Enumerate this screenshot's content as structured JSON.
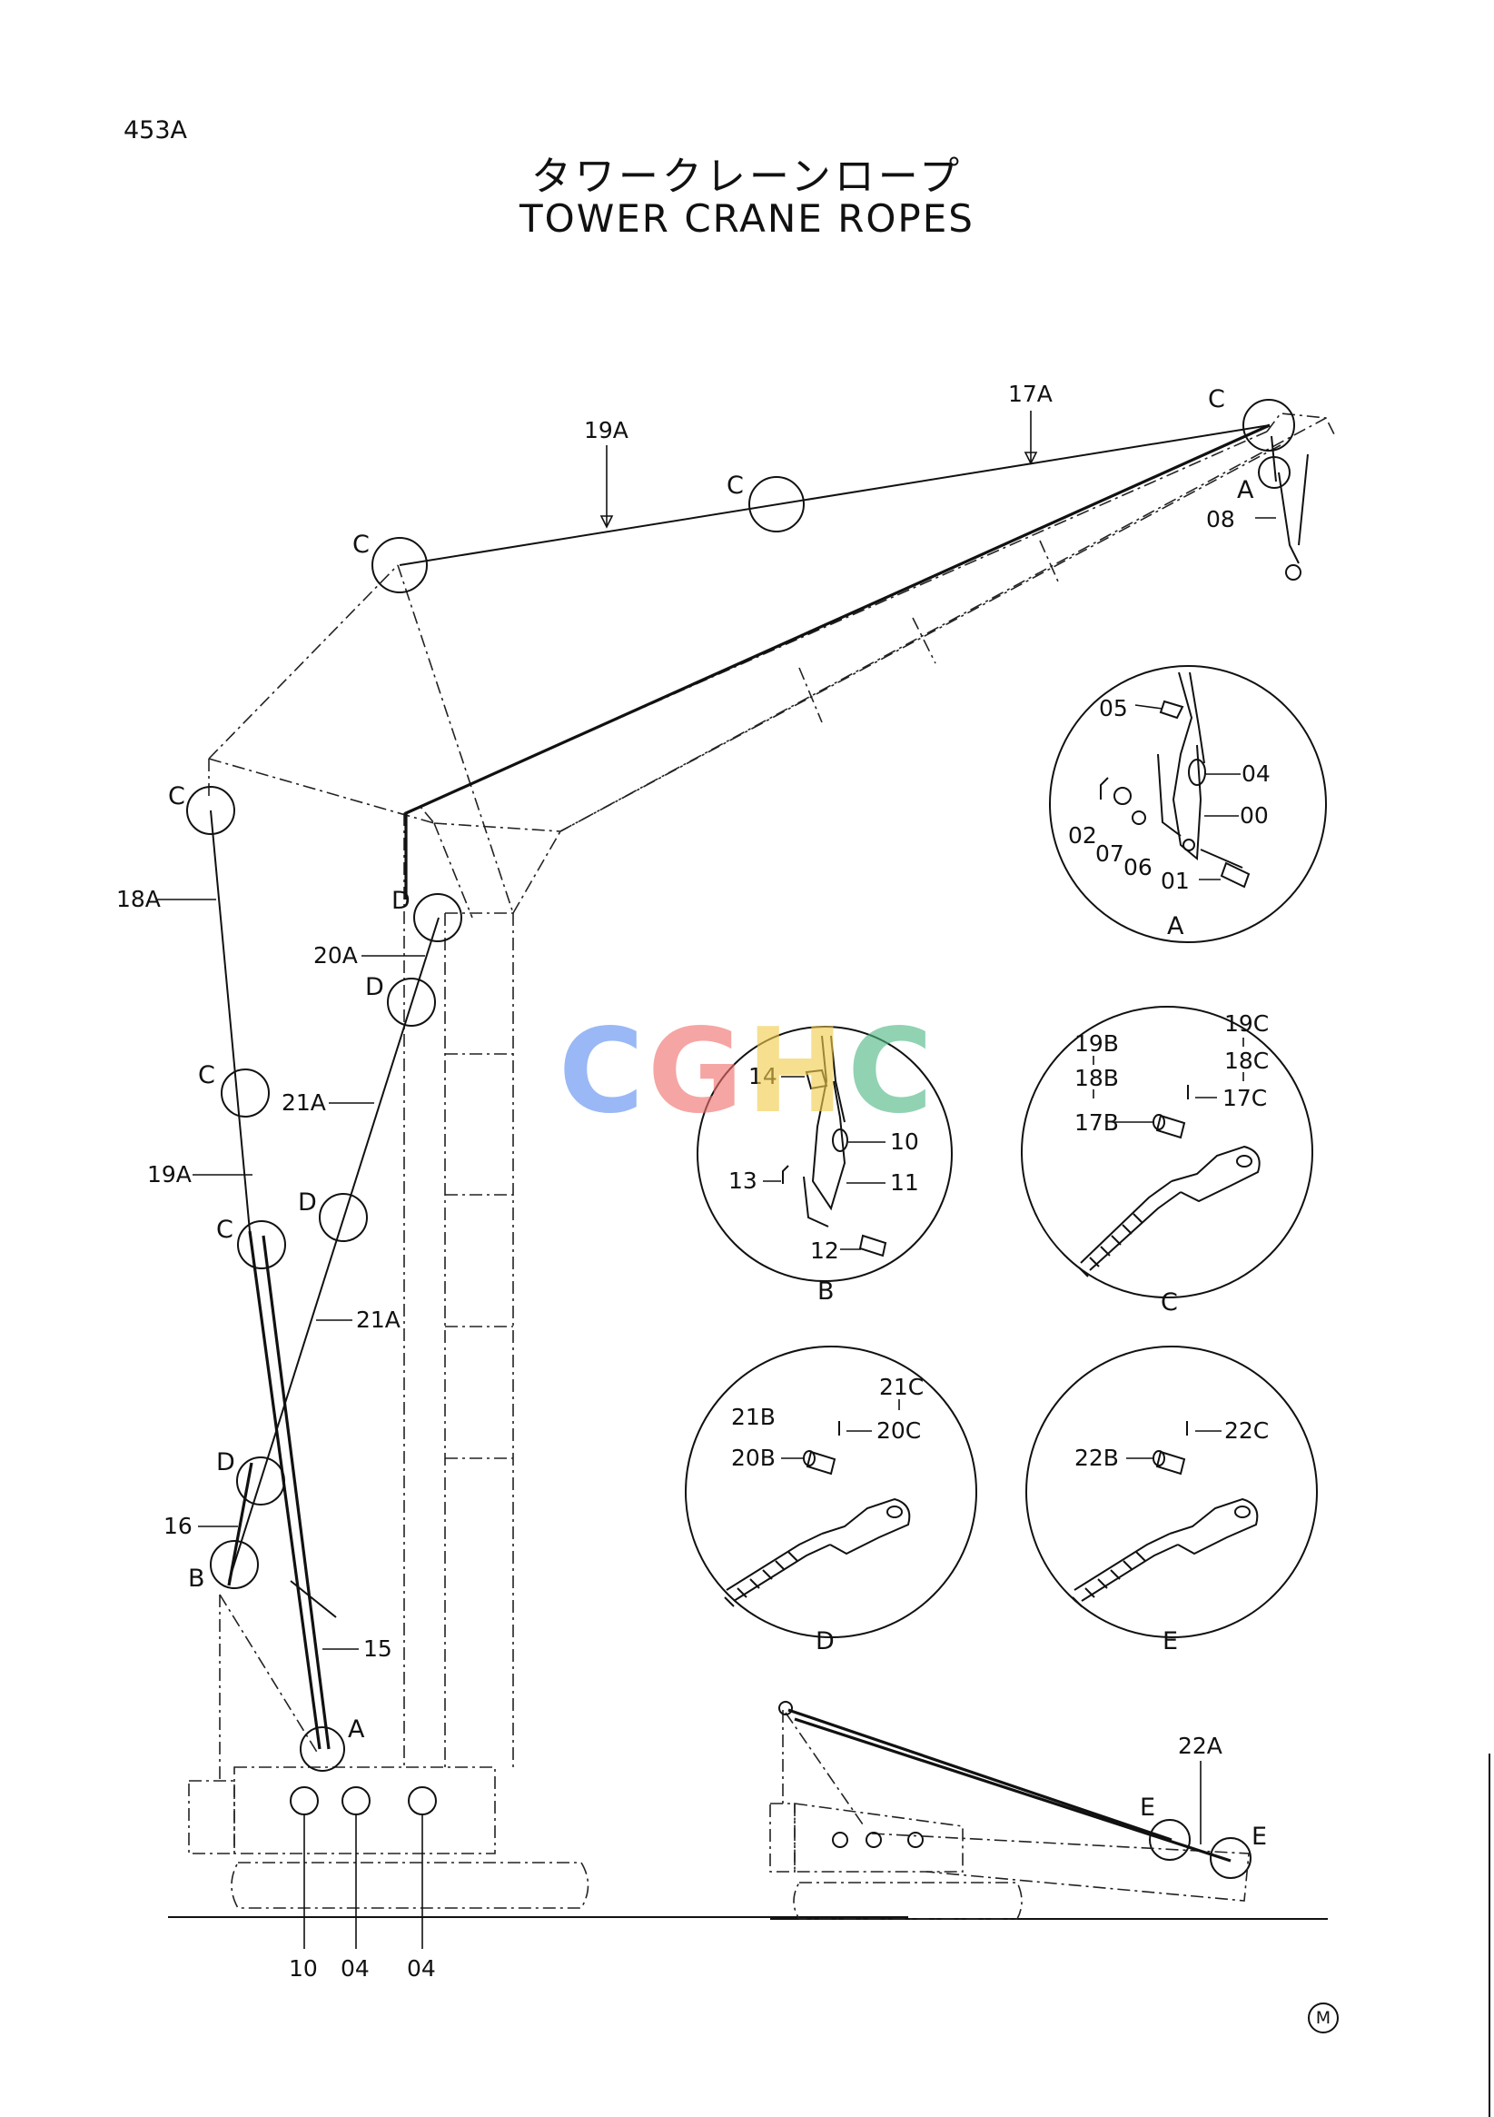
{
  "page_number": "453A",
  "title_jp": "タワークレーンロープ",
  "title_en": "TOWER CRANE ROPES",
  "watermark": {
    "letters": [
      "C",
      "G",
      "H",
      "C"
    ],
    "colors": [
      "#5b8ef0",
      "#ef6f6c",
      "#f2cd4c",
      "#4fb886"
    ]
  },
  "mfg_mark": "M",
  "callouts": {
    "c_19a_top": "C",
    "c_19a_mid": "C",
    "c_17a_tip": "C",
    "c_18a_top": "C",
    "c_19a_left": "C",
    "c_19a_low": "C",
    "d_20a_top": "D",
    "d_20a_low": "D",
    "d_21a": "D",
    "d_16": "D",
    "b_16": "B",
    "a_15": "A",
    "a_08": "A",
    "e_22a_1": "E",
    "e_22a_2": "E"
  },
  "rope_labels": {
    "r19a_top": "19A",
    "r17a": "17A",
    "r08": "08",
    "r18a": "18A",
    "r20a": "20A",
    "r21a_upper": "21A",
    "r19a_left": "19A",
    "r21a_lower": "21A",
    "r16": "16",
    "r15": "15",
    "r22a": "22A"
  },
  "base_labels": {
    "b10": "10",
    "b04a": "04",
    "b04b": "04"
  },
  "detail_a": {
    "title": "A",
    "parts": {
      "p05": "05",
      "p04": "04",
      "p00": "00",
      "p02": "02",
      "p07": "07",
      "p06": "06",
      "p01": "01"
    }
  },
  "detail_b": {
    "title": "B",
    "parts": {
      "p14": "14",
      "p10": "10",
      "p11": "11",
      "p13": "13",
      "p12": "12"
    }
  },
  "detail_c": {
    "title": "C",
    "parts": {
      "p19c": "19C",
      "p18c": "18C",
      "p17c": "17C",
      "p19b": "19B",
      "p18b": "18B",
      "p17b": "17B"
    }
  },
  "detail_d": {
    "title": "D",
    "parts": {
      "p21c": "21C",
      "p20c": "20C",
      "p21b": "21B",
      "p20b": "20B"
    }
  },
  "detail_e": {
    "title": "E",
    "parts": {
      "p22c": "22C",
      "p22b": "22B"
    }
  }
}
